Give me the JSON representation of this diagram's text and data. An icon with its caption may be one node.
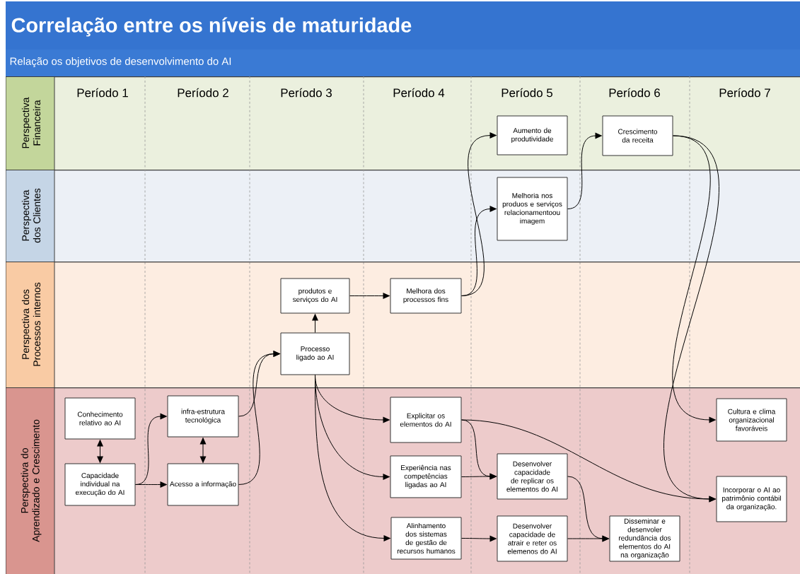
{
  "diagram": {
    "title": "Correlação entre os níveis de maturidade",
    "nodes": [
      {
        "text": [
          "Perspectiva Financeira"
        ]
      },
      {
        "text": [
          "Aumento de produtividade"
        ],
        "in": 0
      },
      {
        "text": [
          "Crescimento da receita"
        ],
        "in": 0
      },
      {
        "text": [
          "Perspectiva dos Clientes"
        ]
      },
      {
        "text": [
          "Melhoria nos produos e serviços relacionamentoou imagem"
        ],
        "in": 3
      },
      {
        "text": [
          "Perspectiva dos Processos internos"
        ]
      },
      {
        "text": [
          "produtos e serviços do AI"
        ],
        "in": 5
      },
      {
        "text": [
          "Melhora dos processos fins"
        ],
        "in": 5
      },
      {
        "text": [
          "Processo ligado ao AI"
        ],
        "in": 5
      },
      {
        "text": [
          "Perspectiva do Aprendizado e Crescimento"
        ]
      },
      {
        "text": [
          "Conhecimento relativo ao AI"
        ],
        "in": 9
      },
      {
        "text": [
          "infra-estrutura tecnológica"
        ],
        "in": 9
      },
      {
        "text": [
          "Cultura e clima organizacional favoráveis"
        ],
        "in": 9
      },
      {
        "text": [
          "Capacidade individual na execução do AI"
        ],
        "in": 9
      },
      {
        "text": [
          "Acesso a informação"
        ],
        "in": 9
      },
      {
        "text": [
          "Explicitar os elementos do AI"
        ],
        "in": 9
      },
      {
        "text": [
          "Experiência nas competências ligadas ao AI"
        ],
        "in": 9
      },
      {
        "text": [
          "Desenvolver capacidade de replicar os elementos do AI"
        ],
        "in": 9
      },
      {
        "text": [
          "Incorporar o AI ao patrimônio contábil da organização."
        ],
        "in": 9
      },
      {
        "text": [
          "Alinhamento dos sistemas de gestão de recursos humanos"
        ],
        "in": 9
      },
      {
        "text": [
          "Desenvolver capacidade de atrair e reter os elemenos do AI"
        ],
        "in": 9
      },
      {
        "text": [
          "Disseminar e desenvoler redundância dos elementos do AI na organização"
        ],
        "in": 9
      }
    ],
    "edges": [
      {
        "from": 10,
        "to": 13,
        "arrow": "both"
      },
      {
        "from": 13,
        "to": 11,
        "arrow": "to"
      },
      {
        "from": 13,
        "to": 14,
        "arrow": "to"
      },
      {
        "from": 11,
        "to": 14,
        "arrow": "both"
      },
      {
        "from": 11,
        "to": 8,
        "arrow": "to"
      },
      {
        "from": 14,
        "to": 8,
        "arrow": "to"
      },
      {
        "from": 8,
        "to": 6,
        "arrow": "to"
      },
      {
        "from": 6,
        "to": 7,
        "arrow": "to"
      },
      {
        "from": 8,
        "to": 15,
        "arrow": "to"
      },
      {
        "from": 8,
        "to": 16,
        "arrow": "to"
      },
      {
        "from": 8,
        "to": 19,
        "arrow": "to"
      },
      {
        "from": 7,
        "to": 1,
        "arrow": "to"
      },
      {
        "from": 7,
        "to": 4,
        "arrow": "to"
      },
      {
        "from": 4,
        "to": 2,
        "arrow": "to"
      },
      {
        "from": 2,
        "to": 12,
        "arrow": "to"
      },
      {
        "from": 2,
        "to": 18,
        "arrow": "to"
      },
      {
        "from": 15,
        "to": 17,
        "arrow": "to"
      },
      {
        "from": 15,
        "to": 18,
        "arrow": "to"
      },
      {
        "from": 16,
        "to": 17,
        "arrow": "to"
      },
      {
        "from": 19,
        "to": 20,
        "arrow": "to"
      },
      {
        "from": 17,
        "to": 21,
        "arrow": "to"
      },
      {
        "from": 20,
        "to": 21,
        "arrow": "to"
      }
    ],
    "labels": [
      "Relação os objetivos de desenvolvimento do AI",
      "Período 1",
      "Período 2",
      "Período 3",
      "Período 4",
      "Período 5",
      "Período 6",
      "Período 7"
    ]
  }
}
